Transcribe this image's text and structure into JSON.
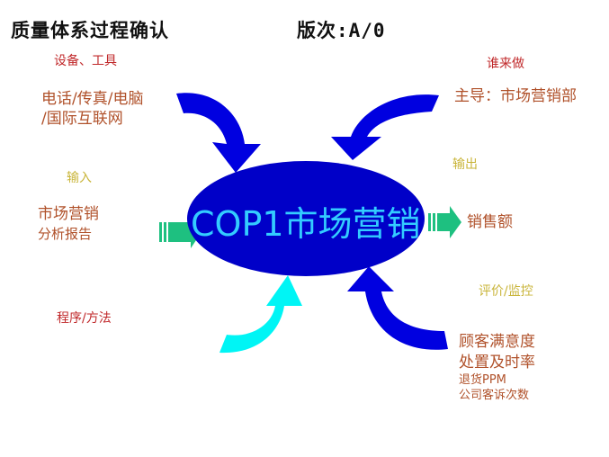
{
  "header": {
    "title": "质量体系过程确认",
    "version": "版次:A/0"
  },
  "center": {
    "label": "COP1市场营销",
    "fill": "#0000c8",
    "text_color": "#33ccff"
  },
  "quadrants": {
    "equipment": {
      "heading": "设备、工具",
      "lines": [
        "电话/传真/电脑",
        "/国际互联网"
      ]
    },
    "who": {
      "heading": "谁来做",
      "lines": [
        "主导：市场营销部"
      ]
    },
    "input": {
      "heading": "输入",
      "lines": [
        "市场营销",
        "分析报告"
      ]
    },
    "output": {
      "heading": "输出",
      "lines": [
        "销售额"
      ]
    },
    "method": {
      "heading": "程序/方法",
      "lines": []
    },
    "evaluation": {
      "heading": "评价/监控",
      "lines": [
        "顾客满意度",
        "处置及时率",
        "退货PPM",
        "公司客诉次数"
      ]
    }
  },
  "colors": {
    "heading_red": "#c0282a",
    "heading_yellow": "#c9b53a",
    "value_brown": "#b0512a",
    "arrow_blue": "#0000e0",
    "arrow_cyan": "#00f5f5",
    "arrow_green": "#1ec080"
  }
}
